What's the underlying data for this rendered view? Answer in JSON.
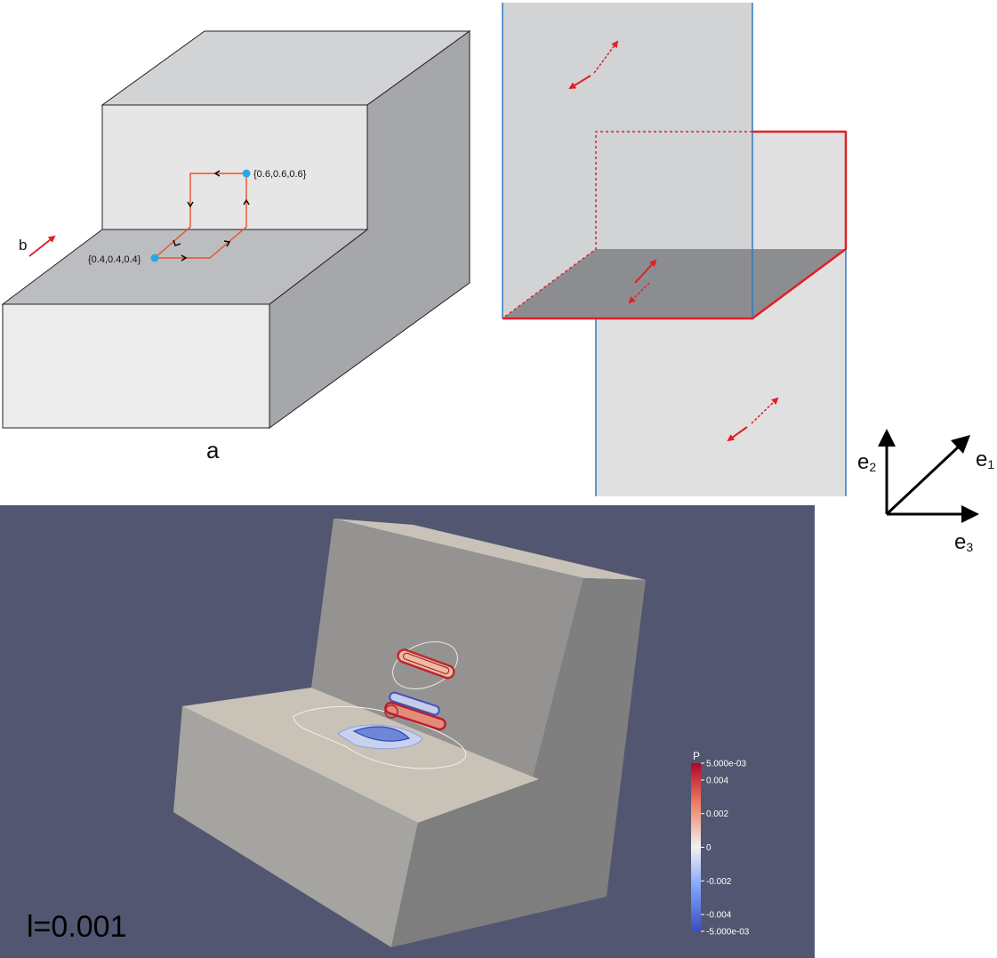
{
  "panel_a": {
    "caption": "a",
    "vector_label": "b",
    "point_low": "{0.4,0.4,0.4}",
    "point_high": "{0.6,0.6,0.6}"
  },
  "axes": {
    "e1": "e",
    "e1_sub": "1",
    "e2": "e",
    "e2_sub": "2",
    "e3": "e",
    "e3_sub": "3"
  },
  "render": {
    "background": "#535670",
    "inset_label": "l=0.001",
    "colorbar": {
      "title": "P",
      "ticks": [
        "5.000e-03",
        "0.004",
        "0.002",
        "0",
        "-0.002",
        "-0.004",
        "-5.000e-03"
      ],
      "colors": [
        "#b40426",
        "#f7f7f7",
        "#3b4cc0"
      ]
    }
  }
}
